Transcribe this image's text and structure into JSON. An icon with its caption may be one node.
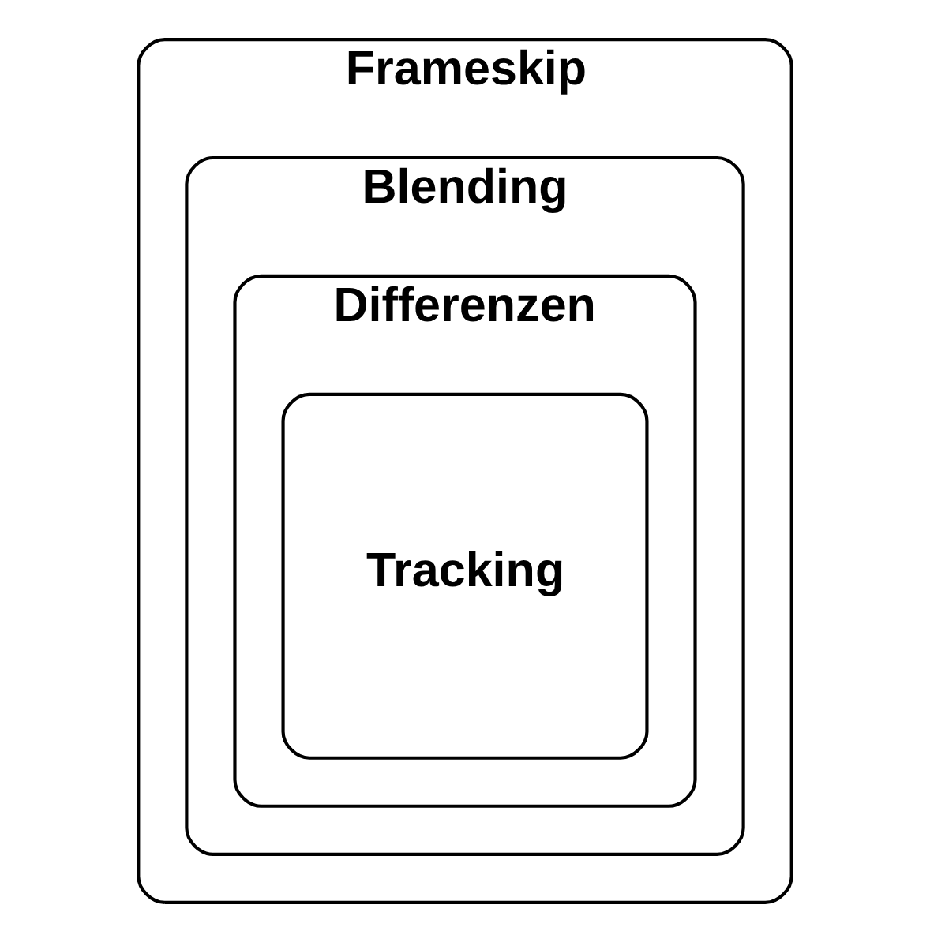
{
  "diagram": {
    "nodes": [
      {
        "text": [
          "Frameskip"
        ]
      },
      {
        "text": [
          "Blending"
        ],
        "in": 0
      },
      {
        "text": [
          "Differenzen"
        ],
        "in": 1
      },
      {
        "text": [
          "Tracking"
        ],
        "in": 2
      }
    ]
  }
}
